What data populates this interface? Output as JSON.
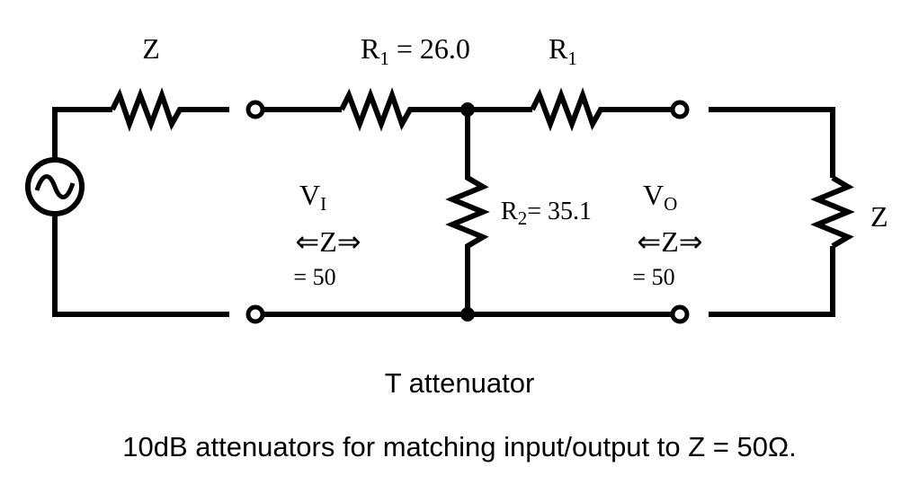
{
  "diagram": {
    "title": "T attenuator",
    "caption": "10dB attenuators for matching input/output to Z = 50Ω.",
    "components": {
      "source": {
        "type": "ac-source",
        "symbol": "~"
      },
      "source_impedance": {
        "label": "Z"
      },
      "r1_left": {
        "label_main": "R",
        "label_sub": "1",
        "label_value": " = 26.0"
      },
      "r1_right": {
        "label_main": "R",
        "label_sub": "1"
      },
      "r2": {
        "label_main": "R",
        "label_sub": "2",
        "label_value": "= 35.1"
      },
      "load": {
        "label": "Z"
      }
    },
    "input_port": {
      "voltage_main": "V",
      "voltage_sub": "I",
      "impedance": "⇐Z⇒",
      "impedance_value": "= 50"
    },
    "output_port": {
      "voltage_main": "V",
      "voltage_sub": "O",
      "impedance": "⇐Z⇒",
      "impedance_value": "= 50"
    }
  }
}
